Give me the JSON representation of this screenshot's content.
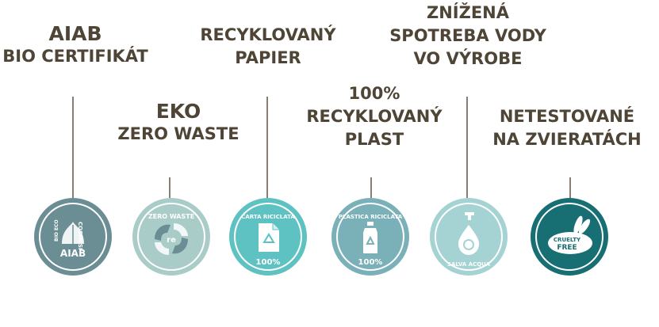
{
  "items": [
    {
      "lines": [
        "AIAB",
        "BIO CERTIFIKÁT"
      ],
      "badge_text": [
        "COSMESI",
        "BIO ECO",
        "AIAB"
      ],
      "color": "#6b8d94",
      "icon": "bio-cosmesi-icon"
    },
    {
      "lines": [
        "EKO",
        "ZERO WASTE"
      ],
      "badge_text": [
        "ZERO WASTE",
        "re"
      ],
      "color": "#a9ccc9",
      "icon": "zero-waste-icon"
    },
    {
      "lines": [
        "RECYKLOVANÝ",
        "PAPIER"
      ],
      "badge_text": [
        "CARTA RICICLATA",
        "100%"
      ],
      "color": "#5fc2c2",
      "icon": "recycled-paper-icon"
    },
    {
      "lines": [
        "100%",
        "RECYKLOVANÝ",
        "PLAST"
      ],
      "badge_text": [
        "PLASTICA RICICLATA",
        "100%"
      ],
      "color": "#7ab0b8",
      "icon": "recycled-plastic-icon"
    },
    {
      "lines": [
        "ZNÍŽENÁ",
        "SPOTREBA VODY",
        "VO VÝROBE"
      ],
      "badge_text": [
        "SALVA ACQUA"
      ],
      "color": "#a5d3d3",
      "icon": "water-saving-icon"
    },
    {
      "lines": [
        "NETESTOVANÉ",
        "NA ZVIERATÁCH"
      ],
      "badge_text": [
        "CRUELTY",
        "FREE"
      ],
      "color": "#176e73",
      "icon": "cruelty-free-icon"
    }
  ]
}
